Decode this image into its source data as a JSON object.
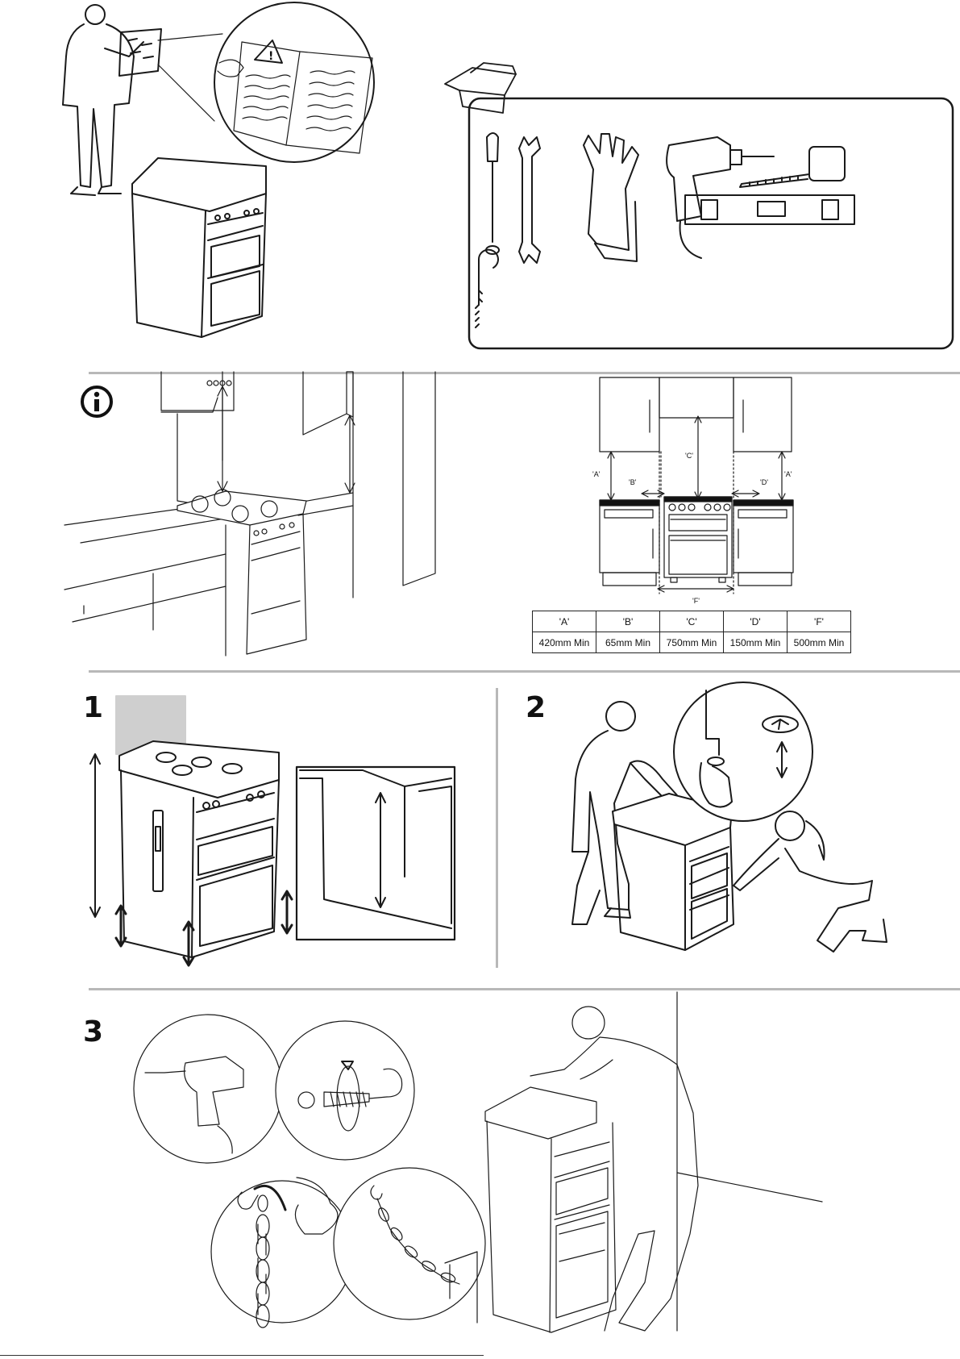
{
  "sections": {
    "info_icon": "info-icon",
    "step_1": "1",
    "step_2": "2",
    "step_3": "3"
  },
  "clearance_diagram": {
    "labels": {
      "a_left": "'A'",
      "a_right": "'A'",
      "b": "'B'",
      "c": "'C'",
      "d": "'D'",
      "f": "'F'"
    },
    "table": {
      "headers": [
        "'A'",
        "'B'",
        "'C'",
        "'D'",
        "'F'"
      ],
      "values": [
        "420mm Min",
        "65mm Min",
        "750mm Min",
        "150mm Min",
        "500mm Min"
      ]
    }
  },
  "tools": [
    "screwdriver-icon",
    "wrench-icon",
    "gloves-icon",
    "drill-icon",
    "tape-measure-icon",
    "spirit-level-icon",
    "hook-icon"
  ],
  "colors": {
    "line": "#1a1a1a",
    "separator": "#b8b8b8",
    "background": "#ffffff"
  }
}
